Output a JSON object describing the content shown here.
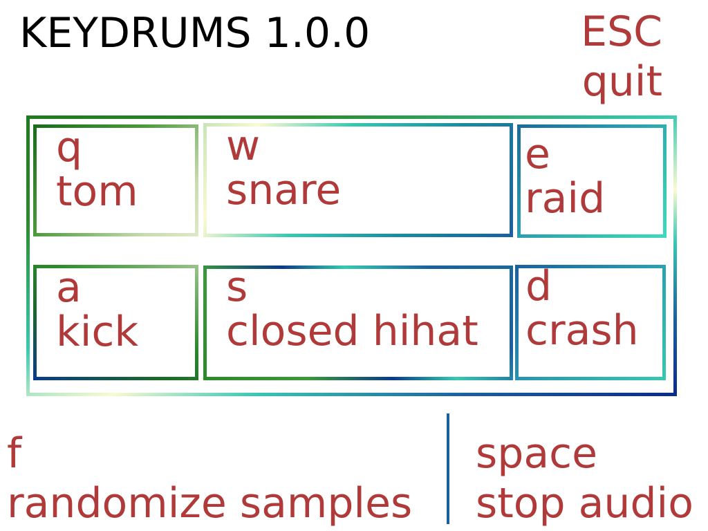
{
  "app": {
    "title": "KEYDRUMS 1.0.0"
  },
  "quit": {
    "key": "ESC",
    "action": "quit"
  },
  "pads": [
    {
      "key": "q",
      "sound": "tom"
    },
    {
      "key": "w",
      "sound": "snare"
    },
    {
      "key": "e",
      "sound": "raid"
    },
    {
      "key": "a",
      "sound": "kick"
    },
    {
      "key": "s",
      "sound": "closed hihat"
    },
    {
      "key": "d",
      "sound": "crash"
    }
  ],
  "randomize": {
    "key": "f",
    "action": "randomize samples"
  },
  "stop": {
    "key": "space",
    "action": "stop audio"
  },
  "colors": {
    "text_accent": "#b03a3a",
    "title": "#000000",
    "divider": "#1a5fa0"
  }
}
